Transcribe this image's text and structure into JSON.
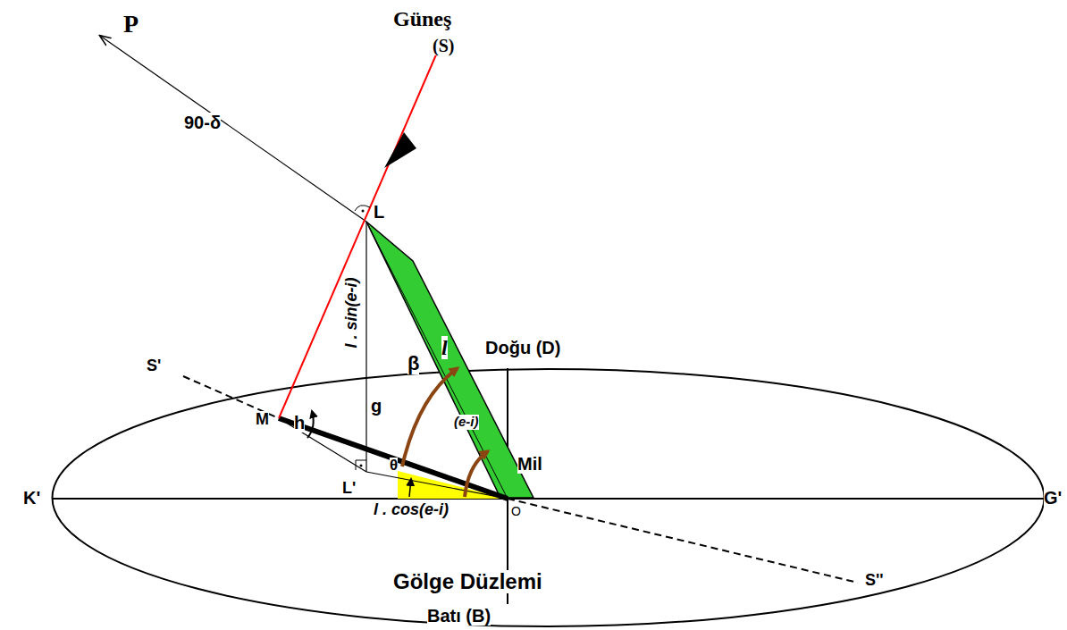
{
  "diagram": {
    "nodes": [
      {
        "text": [
          "Gölge Düzlemi"
        ]
      }
    ],
    "labels": [
      "P",
      "Güneş",
      "(S)",
      "90-δ",
      "L",
      "l . sin(e-i)",
      "l",
      "Doğu (D)",
      "S'",
      "h",
      "g",
      "β",
      "(e-i)",
      "Mil",
      "M",
      "θ",
      "K'",
      "L'",
      "l . cos(e-i)",
      "O",
      "G'",
      "S''",
      "Batı (B)"
    ]
  }
}
